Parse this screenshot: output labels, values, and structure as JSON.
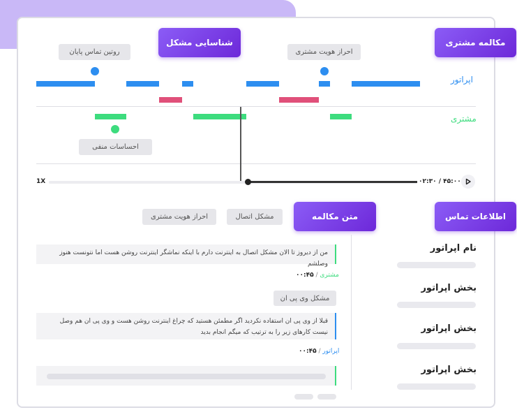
{
  "header": {
    "conversation_label": "مکالمه مشتری",
    "problem_label": "شناسایی مشکل",
    "transcript_label": "متن مکالمه",
    "call_info_label": "اطلاعات تماس"
  },
  "timeline": {
    "operator_label": "اپراتور",
    "customer_label": "مشتری",
    "tag_end_routine": "روتین تماس پایان",
    "tag_auth": "احراز هویت مشتری",
    "tag_negative": "احساسات منفی",
    "speed": "1X",
    "time_current": "۰۲:۳۰",
    "time_separator": "/",
    "time_total": "۴۵:۰۰",
    "progress": 0.54,
    "colors": {
      "operator": "#2d8ef0",
      "customer": "#3ddc7e",
      "overlap": "#e0507a",
      "accent": "#6d28d9"
    }
  },
  "transcript": {
    "tags": [
      "احراز هویت مشتری",
      "مشکل اتصال"
    ],
    "messages": [
      {
        "text": "من از دیروز تا الان مشکل اتصال به اینترنت دارم با اینکه نماشگر اینترنت روشن هست اما نتونست هنوز وصلشم",
        "time": "۰۰:۴۵",
        "separator": "/",
        "speaker": "مشتری"
      },
      {
        "text": "قبلا از وی پی ان استفاده نکردید اگر مطمئن هستید که چراغ اینترنت روشن هست و وی پی ان هم وصل نیست کارهای زیر را به ترتیب که میگم انجام بدید",
        "time": "۰۰:۴۵",
        "separator": "/",
        "speaker": "اپراتور"
      }
    ],
    "vpn_tag": "مشکل وی پی ان"
  },
  "call_info": {
    "fields": [
      {
        "label": "نام اپراتور"
      },
      {
        "label": "بخش اپراتور"
      },
      {
        "label": "بخش اپراتور"
      },
      {
        "label": "بخش اپراتور"
      }
    ]
  }
}
